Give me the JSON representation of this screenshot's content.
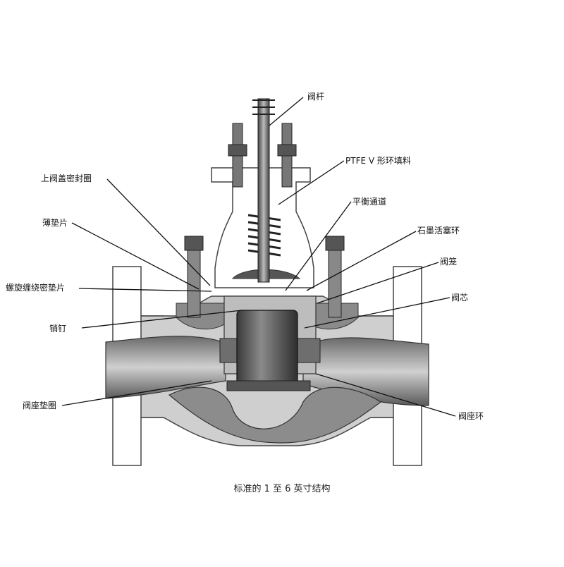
{
  "labels": {
    "stem": "阀杆",
    "ptfe_packing": "PTFE V 形环填料",
    "bonnet_seal": "上阀盖密封圈",
    "balance_passage": "平衡通道",
    "shim": "薄垫片",
    "graphite_ring": "石墨活塞环",
    "spiral_gasket": "螺旋缠绕密垫片",
    "cage": "阀笼",
    "plug": "阀芯",
    "pin": "销钉",
    "seat_gasket": "阀座垫圈",
    "seat_ring": "阀座环"
  },
  "caption": "标准的 1 至 6 英寸结构",
  "colors": {
    "body_fill": "#9a9a9a",
    "body_dark": "#4a4a4a",
    "background": "#ffffff"
  }
}
